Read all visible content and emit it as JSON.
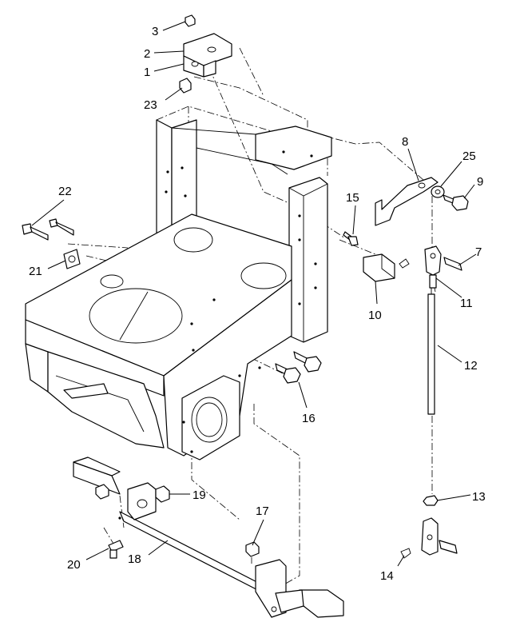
{
  "callouts": [
    {
      "id": "c1",
      "number": "1"
    },
    {
      "id": "c2",
      "number": "2"
    },
    {
      "id": "c3",
      "number": "3"
    },
    {
      "id": "c7",
      "number": "7"
    },
    {
      "id": "c8",
      "number": "8"
    },
    {
      "id": "c9",
      "number": "9"
    },
    {
      "id": "c10",
      "number": "10"
    },
    {
      "id": "c11",
      "number": "11"
    },
    {
      "id": "c12",
      "number": "12"
    },
    {
      "id": "c13",
      "number": "13"
    },
    {
      "id": "c14",
      "number": "14"
    },
    {
      "id": "c15",
      "number": "15"
    },
    {
      "id": "c16",
      "number": "16"
    },
    {
      "id": "c17",
      "number": "17"
    },
    {
      "id": "c18",
      "number": "18"
    },
    {
      "id": "c19",
      "number": "19"
    },
    {
      "id": "c20",
      "number": "20"
    },
    {
      "id": "c21",
      "number": "21"
    },
    {
      "id": "c22",
      "number": "22"
    },
    {
      "id": "c23",
      "number": "23"
    },
    {
      "id": "c25",
      "number": "25"
    }
  ]
}
